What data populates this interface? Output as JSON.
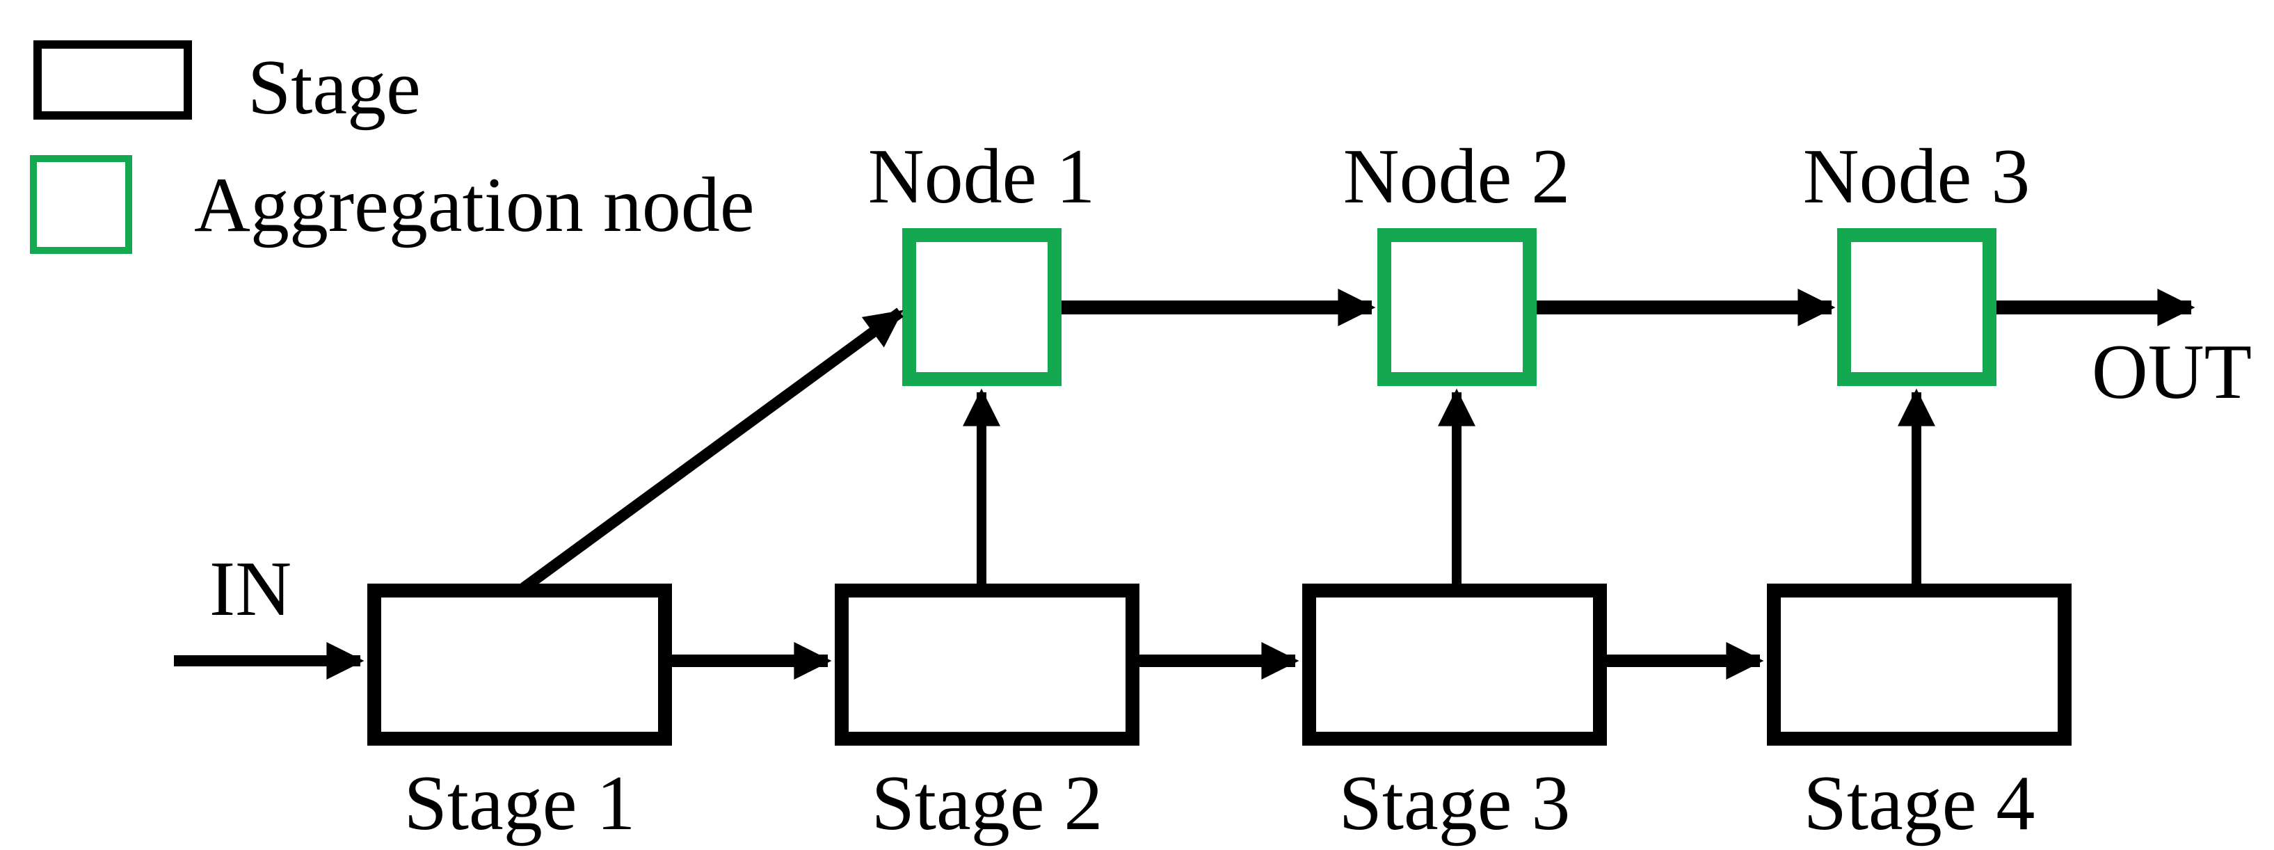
{
  "colors": {
    "stage_border": "#000000",
    "aggregation_border": "#14a850",
    "arrow": "#000000",
    "text": "#000000",
    "background": "#ffffff"
  },
  "legend": {
    "items": [
      {
        "swatch": "stage-box",
        "label": "Stage"
      },
      {
        "swatch": "aggregation-box",
        "label": "Aggregation node"
      }
    ]
  },
  "labels": {
    "input": "IN",
    "output": "OUT"
  },
  "nodes": [
    {
      "label": "Node 1"
    },
    {
      "label": "Node 2"
    },
    {
      "label": "Node 3"
    }
  ],
  "stages": [
    {
      "label": "Stage 1"
    },
    {
      "label": "Stage 2"
    },
    {
      "label": "Stage 3"
    },
    {
      "label": "Stage 4"
    }
  ],
  "edges": [
    {
      "from": "IN",
      "to": "Stage 1",
      "type": "horizontal-arrow"
    },
    {
      "from": "Stage 1",
      "to": "Stage 2",
      "type": "horizontal-arrow"
    },
    {
      "from": "Stage 2",
      "to": "Stage 3",
      "type": "horizontal-arrow"
    },
    {
      "from": "Stage 3",
      "to": "Stage 4",
      "type": "horizontal-arrow"
    },
    {
      "from": "Stage 1",
      "to": "Node 1",
      "type": "diagonal-arrow"
    },
    {
      "from": "Stage 2",
      "to": "Node 1",
      "type": "vertical-arrow"
    },
    {
      "from": "Stage 3",
      "to": "Node 2",
      "type": "vertical-arrow"
    },
    {
      "from": "Stage 4",
      "to": "Node 3",
      "type": "vertical-arrow"
    },
    {
      "from": "Node 1",
      "to": "Node 2",
      "type": "horizontal-arrow"
    },
    {
      "from": "Node 2",
      "to": "Node 3",
      "type": "horizontal-arrow"
    },
    {
      "from": "Node 3",
      "to": "OUT",
      "type": "horizontal-arrow"
    }
  ]
}
